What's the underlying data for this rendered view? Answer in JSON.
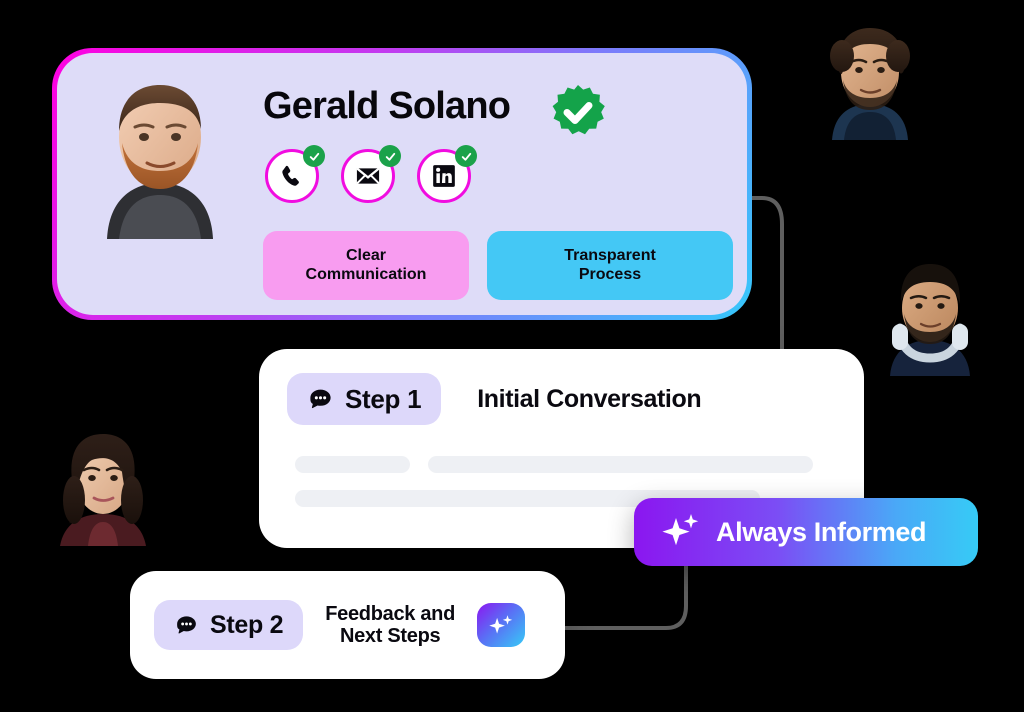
{
  "profile": {
    "name": "Gerald Solano",
    "photo_alt": "man-short-hair-ginger-beard-black-shirt",
    "verified_icon": "verified-check-badge-icon",
    "verified_color": "#1ba24a",
    "card_border_gradient": [
      "#ff00e0",
      "#35c8fb"
    ],
    "card_background": "#dedcf8",
    "contacts": [
      {
        "icon": "phone-icon",
        "verified": true
      },
      {
        "icon": "email-icon",
        "verified": true
      },
      {
        "icon": "linkedin-icon",
        "verified": true
      }
    ],
    "tags": [
      {
        "label": "Clear\nCommunication",
        "color": "#f89cf0"
      },
      {
        "label": "Transparent\nProcess",
        "color": "#44c8f5"
      }
    ]
  },
  "step1": {
    "badge_icon": "chat-bubble-icon",
    "badge_label": "Step 1",
    "badge_background": "#ddd8fa",
    "title": "Initial Conversation",
    "skeleton_rows": [
      [
        100,
        400
      ],
      [
        330
      ]
    ]
  },
  "step2": {
    "badge_icon": "chat-bubble-icon",
    "badge_label": "Step 2",
    "badge_background": "#ddd8fa",
    "title": "Feedback and\nNext Steps",
    "sparkle_icon": "sparkle-icon"
  },
  "always_informed": {
    "label": "Always Informed",
    "icon": "sparkle-icon",
    "gradient": [
      "#8b16f0",
      "#36cbf6"
    ]
  },
  "avatars": [
    {
      "position": "top-right",
      "alt": "man-curly-dark-hair-beard-plaid-shirt"
    },
    {
      "position": "right",
      "alt": "man-beard-headphones-navy-shirt"
    },
    {
      "position": "left",
      "alt": "woman-dark-wavy-hair-maroon-top"
    }
  ],
  "connectors": {
    "color": "#5f5f5f"
  }
}
